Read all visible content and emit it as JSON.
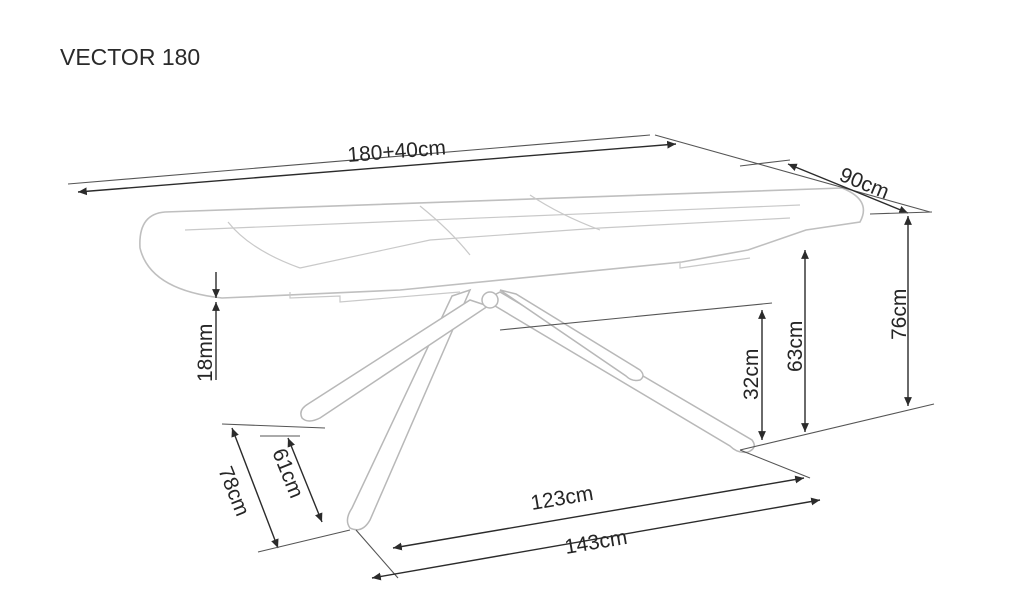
{
  "title": "VECTOR 180",
  "dimensions": {
    "length": "180+40cm",
    "width": "90cm",
    "height_total": "76cm",
    "height_under_frame": "63cm",
    "height_crossbar": "32cm",
    "top_thickness": "18mm",
    "base_width_outer": "78cm",
    "base_width_inner": "61cm",
    "base_length_inner": "123cm",
    "base_length_outer": "143cm"
  },
  "colors": {
    "lines": "#2b2b2b",
    "table_outline": "#bfbfbf"
  }
}
